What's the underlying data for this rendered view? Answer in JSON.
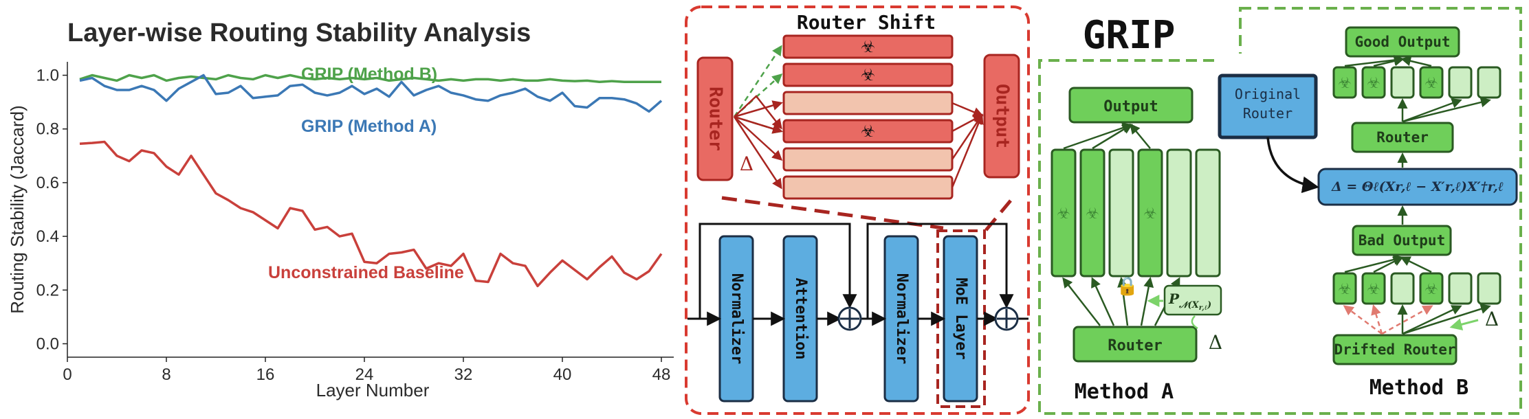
{
  "chart_data": {
    "type": "line",
    "title": "Layer-wise Routing Stability Analysis",
    "xlabel": "Layer Number",
    "ylabel": "Routing Stability (Jaccard)",
    "xlim": [
      0,
      49
    ],
    "ylim": [
      -0.05,
      1.05
    ],
    "xticks": [
      0,
      8,
      16,
      24,
      32,
      40,
      48
    ],
    "yticks": [
      0.0,
      0.2,
      0.4,
      0.6,
      0.8,
      1.0
    ],
    "xtick_labels": [
      "0",
      "8",
      "16",
      "24",
      "32",
      "40",
      "48"
    ],
    "ytick_labels": [
      "0.0",
      "0.2",
      "0.4",
      "0.6",
      "0.8",
      "1.0"
    ],
    "grid": false,
    "series": [
      {
        "name": "GRIP (Method B)",
        "color": "#4ea24a",
        "x": [
          1,
          2,
          3,
          4,
          5,
          6,
          7,
          8,
          9,
          10,
          11,
          12,
          13,
          14,
          15,
          16,
          17,
          18,
          19,
          20,
          21,
          22,
          23,
          24,
          25,
          26,
          27,
          28,
          29,
          30,
          31,
          32,
          33,
          34,
          35,
          36,
          37,
          38,
          39,
          40,
          41,
          42,
          43,
          44,
          45,
          46,
          47,
          48
        ],
        "values": [
          0.985,
          1.0,
          0.99,
          0.98,
          1.0,
          0.99,
          1.0,
          0.98,
          0.99,
          0.995,
          0.99,
          0.985,
          1.0,
          0.99,
          0.985,
          1.0,
          0.99,
          1.0,
          0.99,
          0.985,
          0.99,
          0.985,
          0.99,
          0.985,
          0.99,
          0.98,
          0.985,
          0.99,
          0.985,
          0.98,
          0.985,
          0.98,
          0.985,
          0.985,
          0.98,
          0.985,
          0.98,
          0.98,
          0.985,
          0.98,
          0.978,
          0.98,
          0.975,
          0.978,
          0.975,
          0.975,
          0.975,
          0.975
        ]
      },
      {
        "name": "GRIP (Method A)",
        "color": "#3b78b5",
        "x": [
          1,
          2,
          3,
          4,
          5,
          6,
          7,
          8,
          9,
          10,
          11,
          12,
          13,
          14,
          15,
          16,
          17,
          18,
          19,
          20,
          21,
          22,
          23,
          24,
          25,
          26,
          27,
          28,
          29,
          30,
          31,
          32,
          33,
          34,
          35,
          36,
          37,
          38,
          39,
          40,
          41,
          42,
          43,
          44,
          45,
          46,
          47,
          48
        ],
        "values": [
          0.98,
          0.99,
          0.96,
          0.945,
          0.945,
          0.96,
          0.945,
          0.905,
          0.95,
          0.975,
          1.0,
          0.93,
          0.935,
          0.96,
          0.915,
          0.92,
          0.925,
          0.96,
          0.965,
          0.935,
          0.925,
          0.935,
          0.96,
          0.93,
          0.95,
          0.92,
          0.975,
          0.925,
          0.945,
          0.96,
          0.935,
          0.925,
          0.91,
          0.905,
          0.925,
          0.935,
          0.95,
          0.92,
          0.905,
          0.935,
          0.885,
          0.88,
          0.915,
          0.915,
          0.91,
          0.895,
          0.865,
          0.905
        ]
      },
      {
        "name": "Unconstrained Baseline",
        "color": "#c9403b",
        "x": [
          1,
          2,
          3,
          4,
          5,
          6,
          7,
          8,
          9,
          10,
          11,
          12,
          13,
          14,
          15,
          16,
          17,
          18,
          19,
          20,
          21,
          22,
          23,
          24,
          25,
          26,
          27,
          28,
          29,
          30,
          31,
          32,
          33,
          34,
          35,
          36,
          37,
          38,
          39,
          40,
          41,
          42,
          43,
          44,
          45,
          46,
          47,
          48
        ],
        "values": [
          0.745,
          0.748,
          0.752,
          0.7,
          0.68,
          0.72,
          0.71,
          0.66,
          0.63,
          0.7,
          0.63,
          0.56,
          0.535,
          0.505,
          0.49,
          0.46,
          0.43,
          0.505,
          0.495,
          0.425,
          0.435,
          0.4,
          0.41,
          0.305,
          0.3,
          0.335,
          0.34,
          0.35,
          0.28,
          0.3,
          0.29,
          0.335,
          0.235,
          0.23,
          0.335,
          0.3,
          0.29,
          0.215,
          0.265,
          0.31,
          0.275,
          0.24,
          0.285,
          0.325,
          0.265,
          0.24,
          0.27,
          0.335
        ]
      }
    ]
  },
  "diagram": {
    "router_shift": {
      "title": "Router Shift",
      "router_label": "Router",
      "output_label": "Output",
      "delta": "Δ",
      "expert_colors": [
        "#e86a63",
        "#e86a63",
        "#f2c4ae",
        "#e86a63",
        "#f2c4ae",
        "#f2c4ae"
      ],
      "biohazard_glyph": "☣",
      "biohazard_on": [
        true,
        true,
        false,
        true,
        false,
        false
      ]
    },
    "block": {
      "normalizer_1": "Normalizer",
      "attention": "Attention",
      "normalizer_2": "Normalizer",
      "moe_layer": "MoE Layer",
      "plus": "⊕"
    },
    "grip": {
      "title": "GRIP",
      "method_a": {
        "label": "Method A",
        "output": "Output",
        "router": "Router",
        "prior_text": "P",
        "prior_sub": "𝒩(X",
        "prior_sub2": "r,ℓ",
        "prior_close": ")",
        "delta": "Δ",
        "lock_glyph": "🔒",
        "expert_bio": [
          true,
          true,
          false,
          true,
          false,
          false
        ]
      },
      "method_b": {
        "label": "Method B",
        "good_output": "Good Output",
        "router": "Router",
        "formula": "Δ = Θℓ(Xr,ℓ − X′r,ℓ)X′†r,ℓ",
        "bad_output": "Bad Output",
        "drifted_router": "Drifted Router",
        "original_router_1": "Original",
        "original_router_2": "Router",
        "delta": "Δ",
        "top_expert_bio": [
          true,
          true,
          false,
          true,
          false,
          false
        ],
        "bottom_expert_bio": [
          true,
          true,
          false,
          true,
          false,
          false
        ]
      }
    },
    "colors": {
      "red_dark": "#a82520",
      "red_box": "#e86a63",
      "red_light": "#f2c4ae",
      "red_dash": "#d93a30",
      "blue": "#5dade0",
      "blue_dark": "#1b2e45",
      "green_box": "#6fcf5a",
      "green_light": "#cdeec4",
      "green_dark": "#2a5a22",
      "green_dash": "#6ab04c",
      "green_arrow": "#7cd36a"
    }
  }
}
